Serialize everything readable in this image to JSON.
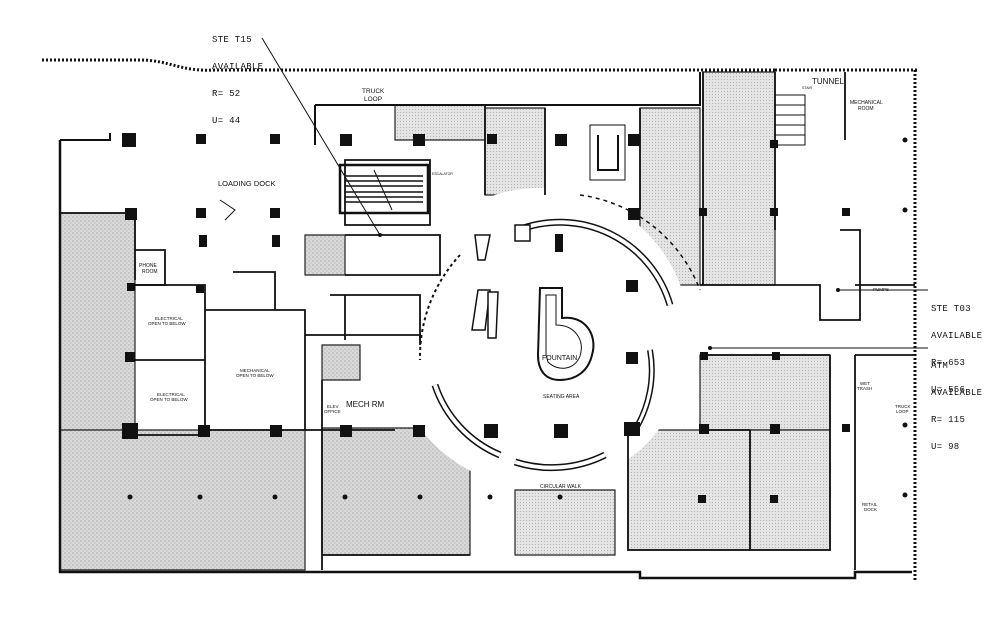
{
  "callouts": {
    "ste_t15": {
      "lines": [
        "STE T15",
        "AVAILABLE",
        "R= 52",
        "U= 44"
      ]
    },
    "ste_t03": {
      "lines": [
        "STE T03",
        "AVAILABLE",
        "R= 653",
        "U= 556"
      ]
    },
    "atm": {
      "lines": [
        "ATM",
        "AVAILABLE",
        "R= 115",
        "U= 98"
      ]
    }
  },
  "labels": {
    "truck_loop_top": [
      "TRUCK",
      "LOOP"
    ],
    "tunnel": "TUNNEL",
    "mechanical_room": [
      "MECHANICAL",
      "ROOM"
    ],
    "loading_dock": "LOADING DOCK",
    "phone_room": [
      "PHONE",
      "ROOM"
    ],
    "electrical_top": [
      "ELECTRICAL",
      "OPEN TO BELOW"
    ],
    "electrical_bottom": [
      "ELECTRICAL",
      "OPEN TO BELOW"
    ],
    "mechanical_open": [
      "MECHANICAL",
      "OPEN TO BELOW"
    ],
    "mech_rm": "MECH RM",
    "elev_office": [
      "ELEV",
      "OFFICE"
    ],
    "fountain": "FOUNTAIN",
    "seating_area": "SEATING AREA",
    "circular_walk": "CIRCULAR WALK",
    "pumps": "PUMPS",
    "truck_loop_right": [
      "TRUCK",
      "LOOP"
    ],
    "retail_dock": [
      "RETAIL",
      "DOCK"
    ],
    "wet_trash": [
      "WET",
      "TRASH"
    ],
    "escalator": "ESCALATOR",
    "stair": "STAIR"
  }
}
